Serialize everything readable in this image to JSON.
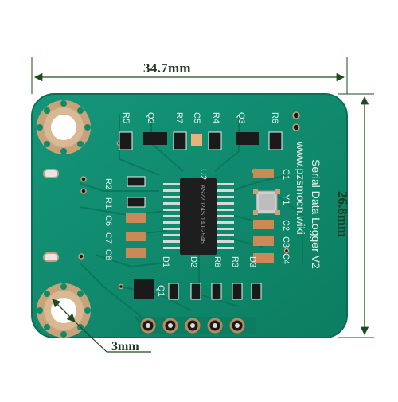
{
  "dimensions": {
    "width": "34.7mm",
    "height": "26.8mm",
    "hole": "3mm"
  },
  "board": {
    "title": "Serial Data Logger V2",
    "website": "www.pzsmocn.wiki",
    "chip_label": "U2",
    "chip_marking": "AS22024S 14J-2546",
    "crystal_label": "Y1",
    "component_labels": [
      "R5",
      "Q2",
      "R7",
      "C5",
      "R4",
      "Q3",
      "R6",
      "R2",
      "R1",
      "C6",
      "C7",
      "C8",
      "C1",
      "C2",
      "C3",
      "C4",
      "D1",
      "D2",
      "R8",
      "R3",
      "D3",
      "Q1"
    ]
  },
  "colors": {
    "pcb": "#0f8a6a",
    "pcb_edge": "#0b6e54",
    "copper_pad": "#c9a27a",
    "silkscreen": "#e9f4ee",
    "dimension_line": "#1f4a1f"
  }
}
